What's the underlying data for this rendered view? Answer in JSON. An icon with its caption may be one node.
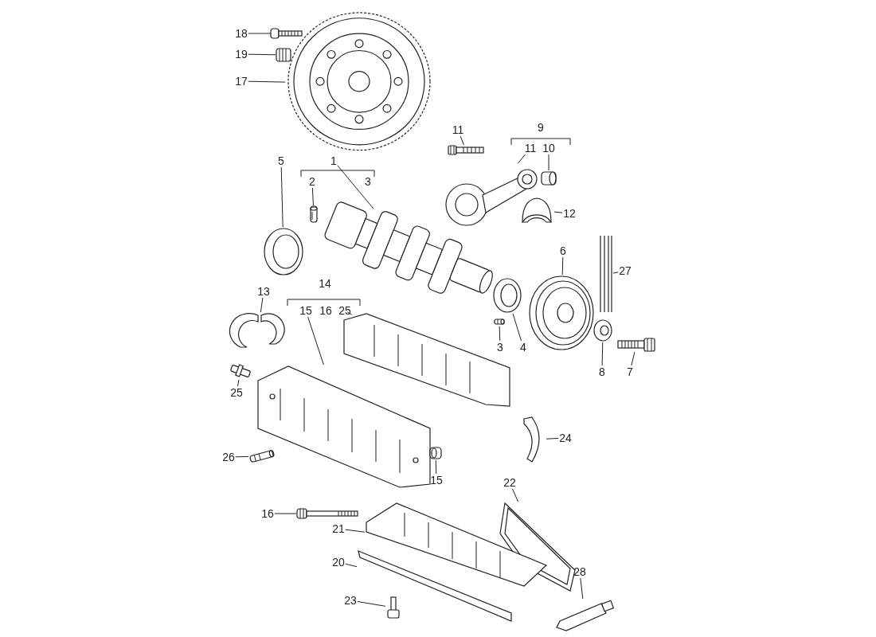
{
  "diagram": {
    "nodes": [
      {
        "text": [
          "18"
        ]
      },
      {
        "text": [],
        "shape": "picture"
      },
      {
        "text": [
          "19"
        ]
      },
      {
        "text": [],
        "shape": "picture"
      },
      {
        "text": [
          "17"
        ]
      },
      {
        "text": [],
        "shape": "picture"
      },
      {
        "text": [
          "5"
        ]
      },
      {
        "text": [],
        "shape": "picture"
      },
      {
        "text": [
          "1"
        ]
      },
      {
        "text": [
          "2"
        ]
      },
      {
        "text": [],
        "shape": "picture"
      },
      {
        "text": [],
        "shape": "picture"
      },
      {
        "text": [
          "11"
        ]
      },
      {
        "text": [],
        "shape": "picture"
      },
      {
        "text": [
          "11"
        ]
      },
      {
        "text": [],
        "shape": "picture"
      },
      {
        "text": [
          "10"
        ]
      },
      {
        "text": [],
        "shape": "picture"
      },
      {
        "text": [
          "12"
        ]
      },
      {
        "text": [],
        "shape": "picture"
      },
      {
        "text": [
          "6"
        ]
      },
      {
        "text": [],
        "shape": "picture"
      },
      {
        "text": [
          "27"
        ]
      },
      {
        "text": [],
        "shape": "picture"
      },
      {
        "text": [
          "3"
        ]
      },
      {
        "text": [],
        "shape": "picture"
      },
      {
        "text": [
          "4"
        ]
      },
      {
        "text": [],
        "shape": "picture"
      },
      {
        "text": [
          "8"
        ]
      },
      {
        "text": [],
        "shape": "picture"
      },
      {
        "text": [
          "7"
        ]
      },
      {
        "text": [],
        "shape": "picture"
      },
      {
        "text": [
          "13"
        ]
      },
      {
        "text": [],
        "shape": "picture"
      },
      {
        "text": [
          "15"
        ]
      },
      {
        "text": [],
        "shape": "picture"
      },
      {
        "text": [
          "25"
        ]
      },
      {
        "text": [],
        "shape": "picture"
      },
      {
        "text": [
          "25"
        ]
      },
      {
        "text": [],
        "shape": "picture"
      },
      {
        "text": [
          "26"
        ]
      },
      {
        "text": [],
        "shape": "picture"
      },
      {
        "text": [
          "24"
        ]
      },
      {
        "text": [],
        "shape": "picture"
      },
      {
        "text": [
          "15"
        ]
      },
      {
        "text": [],
        "shape": "picture"
      },
      {
        "text": [
          "16"
        ]
      },
      {
        "text": [],
        "shape": "picture"
      },
      {
        "text": [
          "22"
        ]
      },
      {
        "text": [],
        "shape": "picture"
      },
      {
        "text": [
          "21"
        ]
      },
      {
        "text": [],
        "shape": "picture"
      },
      {
        "text": [
          "20"
        ]
      },
      {
        "text": [],
        "shape": "picture"
      },
      {
        "text": [
          "23"
        ]
      },
      {
        "text": [],
        "shape": "picture"
      },
      {
        "text": [
          "28"
        ]
      },
      {
        "text": [],
        "shape": "picture"
      }
    ],
    "edges": [
      {
        "from": 0,
        "to": 1,
        "arrow": "none"
      },
      {
        "from": 2,
        "to": 3,
        "arrow": "none"
      },
      {
        "from": 4,
        "to": 5,
        "arrow": "none"
      },
      {
        "from": 6,
        "to": 7,
        "arrow": "none"
      },
      {
        "from": 8,
        "to": 11,
        "arrow": "none"
      },
      {
        "from": 9,
        "to": 10,
        "arrow": "none"
      },
      {
        "from": 12,
        "to": 13,
        "arrow": "none"
      },
      {
        "from": 14,
        "to": 15,
        "arrow": "none"
      },
      {
        "from": 16,
        "to": 17,
        "arrow": "none"
      },
      {
        "from": 18,
        "to": 19,
        "arrow": "none"
      },
      {
        "from": 20,
        "to": 21,
        "arrow": "none"
      },
      {
        "from": 22,
        "to": 23,
        "arrow": "none"
      },
      {
        "from": 24,
        "to": 25,
        "arrow": "none"
      },
      {
        "from": 26,
        "to": 27,
        "arrow": "none"
      },
      {
        "from": 28,
        "to": 29,
        "arrow": "none"
      },
      {
        "from": 30,
        "to": 31,
        "arrow": "none"
      },
      {
        "from": 32,
        "to": 33,
        "arrow": "none"
      },
      {
        "from": 34,
        "to": 35,
        "arrow": "none"
      },
      {
        "from": 36,
        "to": 37,
        "arrow": "none"
      },
      {
        "from": 38,
        "to": 39,
        "arrow": "none"
      },
      {
        "from": 40,
        "to": 41,
        "arrow": "none"
      },
      {
        "from": 42,
        "to": 43,
        "arrow": "none"
      },
      {
        "from": 44,
        "to": 45,
        "arrow": "none"
      },
      {
        "from": 46,
        "to": 47,
        "arrow": "none"
      },
      {
        "from": 48,
        "to": 49,
        "arrow": "none"
      },
      {
        "from": 50,
        "to": 51,
        "arrow": "none"
      },
      {
        "from": 52,
        "to": 53,
        "arrow": "none"
      },
      {
        "from": 54,
        "to": 55,
        "arrow": "none"
      },
      {
        "from": 56,
        "to": 57,
        "arrow": "none"
      }
    ],
    "labels": [
      "9",
      "3",
      "14",
      "16"
    ]
  }
}
